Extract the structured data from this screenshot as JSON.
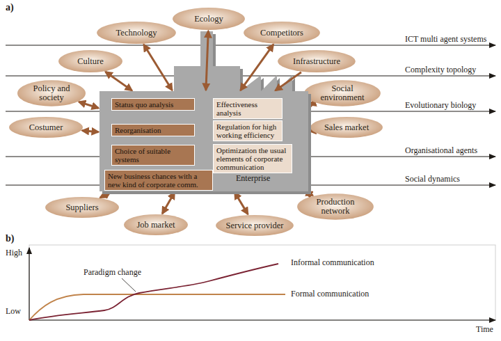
{
  "diagram": {
    "nodes": [
      {
        "text": [
          "Ecology"
        ]
      },
      {
        "text": [
          "Technology"
        ]
      },
      {
        "text": [
          "Competitors"
        ]
      },
      {
        "text": [
          "Culture"
        ]
      },
      {
        "text": [
          "Infrastructure"
        ]
      },
      {
        "text": [
          "Policy and society"
        ]
      },
      {
        "text": [
          "Social environment"
        ]
      },
      {
        "text": [
          "Costumer"
        ]
      },
      {
        "text": [
          "Sales market"
        ]
      },
      {
        "text": [
          "Enterprise"
        ]
      },
      {
        "text": [
          "Status quo analysis"
        ],
        "in": 9
      },
      {
        "text": [
          "Effectiveness analysis"
        ],
        "in": 9
      },
      {
        "text": [
          "Reorganisation"
        ],
        "in": 9
      },
      {
        "text": [
          "Regulation for high working efficiency"
        ],
        "in": 9
      },
      {
        "text": [
          "Choice of suitable systems"
        ],
        "in": 9
      },
      {
        "text": [
          "Optimization the usual elements of corporate communication"
        ],
        "in": 9
      },
      {
        "text": [
          "New business chances with a new kind of corporate comm."
        ],
        "in": 9
      },
      {
        "text": [
          "Suppliers"
        ]
      },
      {
        "text": [
          "Production network"
        ]
      },
      {
        "text": [
          "Job market"
        ]
      },
      {
        "text": [
          "Service provider"
        ]
      }
    ],
    "edges": [
      {
        "from": 0,
        "to": 9,
        "arrow": "both"
      },
      {
        "from": 1,
        "to": 9,
        "arrow": "both"
      },
      {
        "from": 2,
        "to": 9,
        "arrow": "both"
      },
      {
        "from": 3,
        "to": 9,
        "arrow": "both"
      },
      {
        "from": 4,
        "to": 9,
        "arrow": "to"
      },
      {
        "from": 5,
        "to": 9,
        "arrow": "both"
      },
      {
        "from": 6,
        "to": 9,
        "arrow": "both"
      },
      {
        "from": 7,
        "to": 9,
        "arrow": "both"
      },
      {
        "from": 8,
        "to": 9,
        "arrow": "both"
      },
      {
        "from": 17,
        "to": 9,
        "arrow": "both"
      },
      {
        "from": 18,
        "to": 9,
        "arrow": "both"
      },
      {
        "from": 19,
        "to": 9,
        "arrow": "both"
      },
      {
        "from": 20,
        "to": 9,
        "arrow": "both"
      },
      {
        "from": 10,
        "to": 12,
        "arrow": "to"
      },
      {
        "from": 12,
        "to": 14,
        "arrow": "to"
      },
      {
        "from": 14,
        "to": 16,
        "arrow": "to"
      },
      {
        "from": 10,
        "to": 11,
        "arrow": "none"
      },
      {
        "from": 12,
        "to": 13,
        "arrow": "none"
      },
      {
        "from": 14,
        "to": 15,
        "arrow": "none"
      }
    ],
    "labels": [
      "a)",
      "ICT multi agent systems",
      "Complexity topology",
      "Evolutionary biology",
      "Organisational agents",
      "Social dynamics",
      "b)",
      "High",
      "Low",
      "Time",
      "Paradigm change",
      "Informal communication",
      "Formal communication"
    ]
  }
}
